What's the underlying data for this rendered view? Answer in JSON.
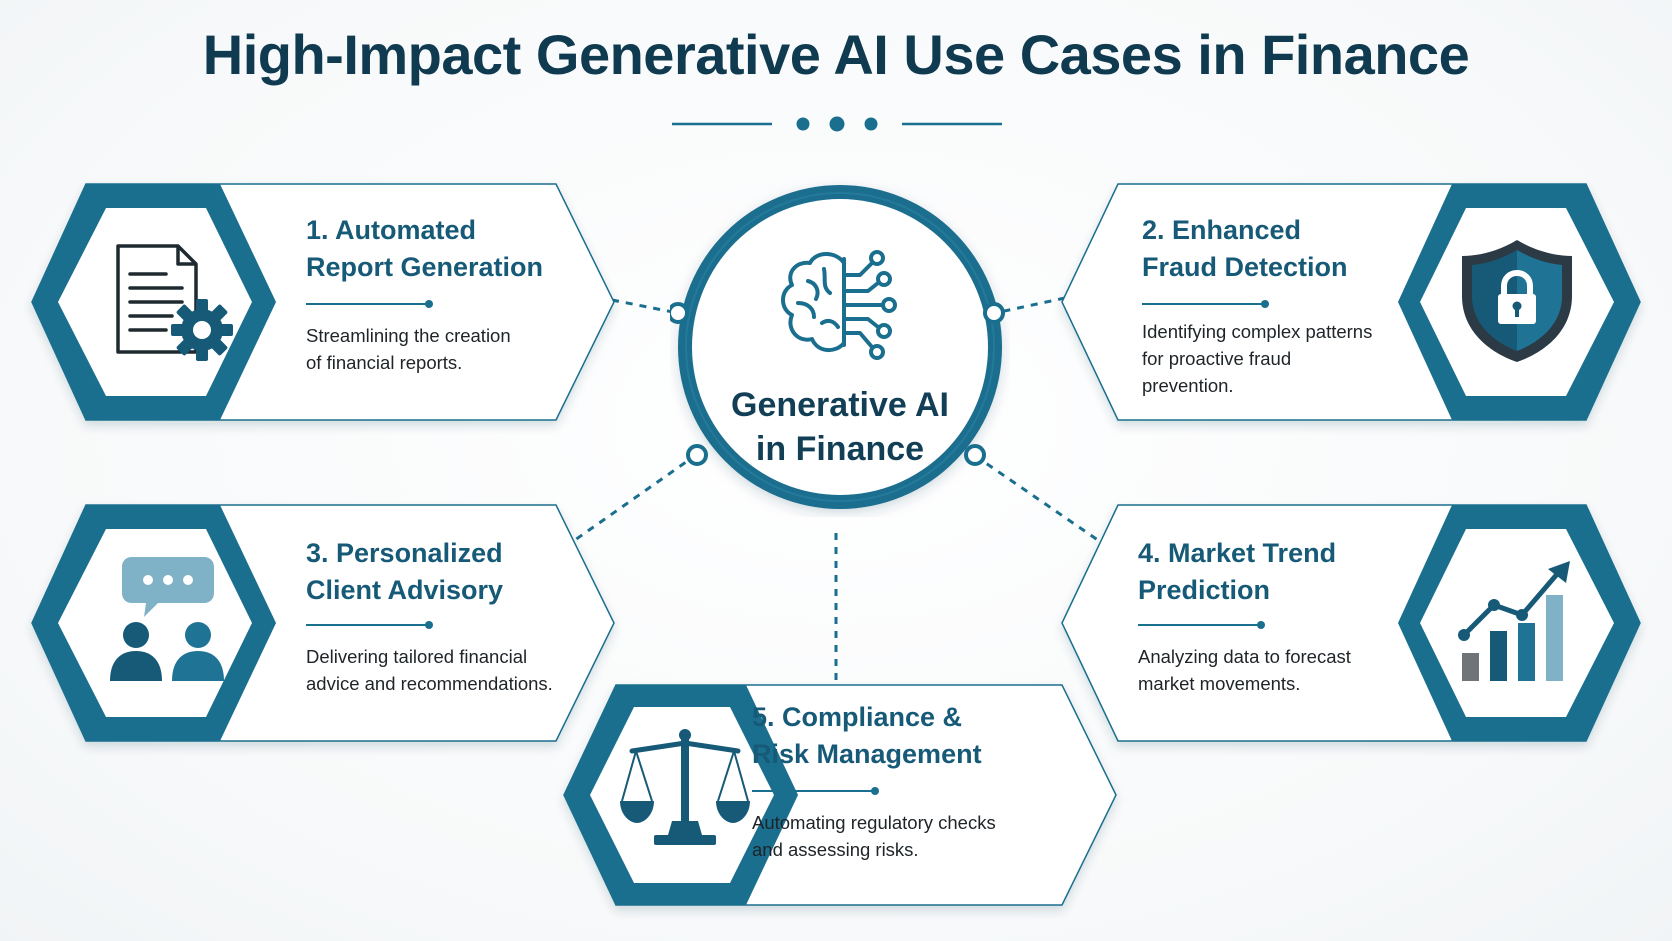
{
  "title": "High-Impact Generative AI Use Cases in Finance",
  "hub": {
    "line1": "Generative AI",
    "line2": "in Finance",
    "icon": "brain-circuit-icon"
  },
  "colors": {
    "primary": "#1a6e8e",
    "dark": "#0f3a50",
    "title_text": "#165a78",
    "light_accent": "#7fb2c7"
  },
  "use_cases": [
    {
      "title_line1": "1. Automated",
      "title_line2": "Report Generation",
      "desc_line1": "Streamlining the creation",
      "desc_line2": "of financial reports.",
      "desc_line3": "",
      "icon": "document-gear-icon"
    },
    {
      "title_line1": "2. Enhanced",
      "title_line2": "Fraud Detection",
      "desc_line1": "Identifying complex patterns",
      "desc_line2": "for proactive fraud",
      "desc_line3": "prevention.",
      "icon": "shield-lock-icon"
    },
    {
      "title_line1": "3. Personalized",
      "title_line2": "Client Advisory",
      "desc_line1": "Delivering tailored financial",
      "desc_line2": "advice and recommendations.",
      "desc_line3": "",
      "icon": "advisor-chat-icon"
    },
    {
      "title_line1": "4. Market Trend",
      "title_line2": "Prediction",
      "desc_line1": "Analyzing data to forecast",
      "desc_line2": "market movements.",
      "desc_line3": "",
      "icon": "trend-chart-icon"
    },
    {
      "title_line1": "5. Compliance &",
      "title_line2": "Risk Management",
      "desc_line1": "Automating regulatory checks",
      "desc_line2": "and assessing risks.",
      "desc_line3": "",
      "icon": "balance-scale-icon"
    }
  ]
}
